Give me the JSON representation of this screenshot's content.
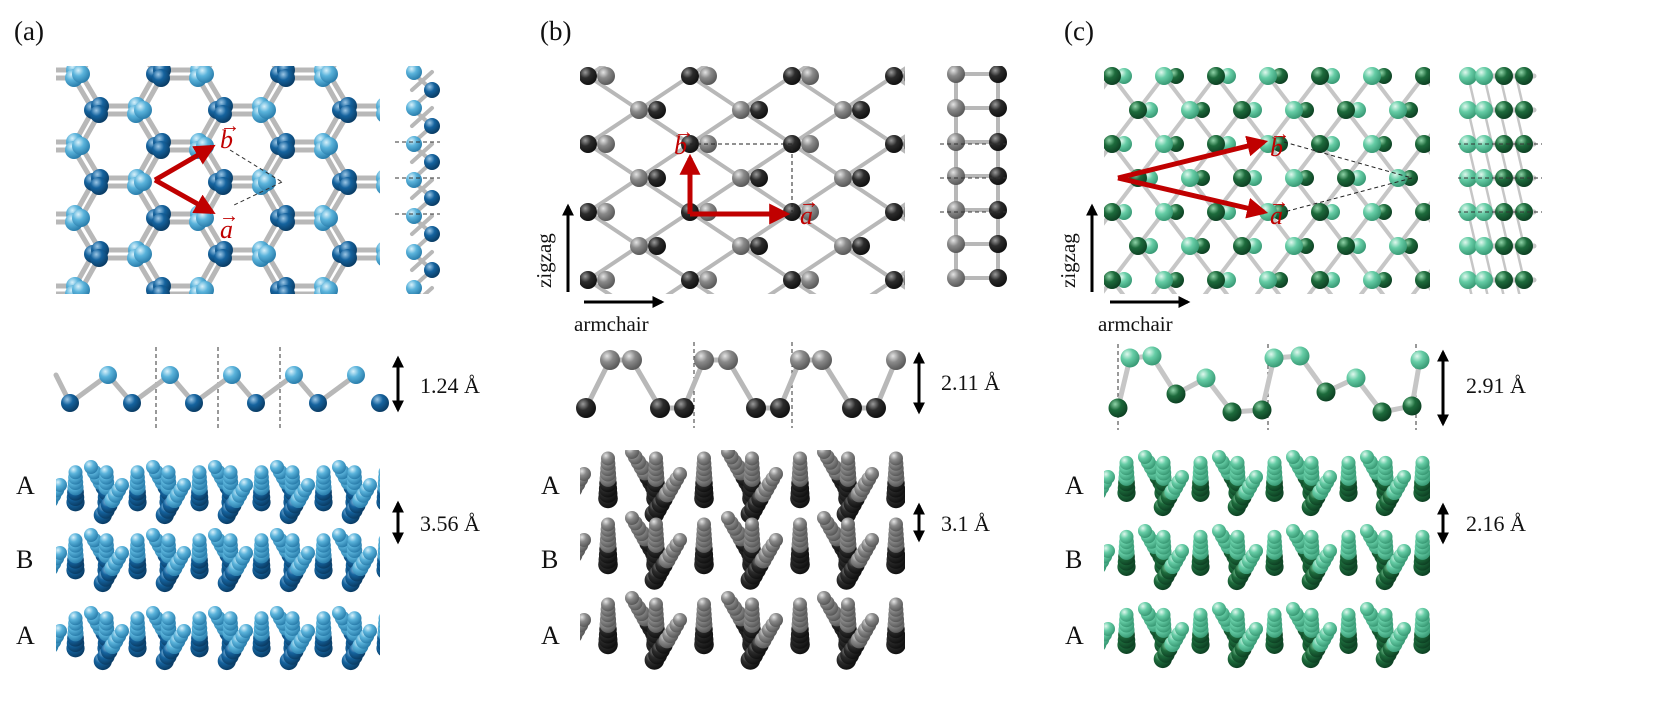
{
  "panels": [
    {
      "label": "(a)",
      "theme": "blue",
      "colors": {
        "light": "#5ab3db",
        "dark": "#15639e",
        "bond": "#b9b9b9"
      },
      "vectors": {
        "b": "b",
        "a": "a"
      },
      "buckling": "1.24 Å",
      "interlayer": "3.56 Å",
      "stacking": [
        "A",
        "B",
        "A"
      ]
    },
    {
      "label": "(b)",
      "theme": "gray",
      "colors": {
        "light": "#8a8a8a",
        "dark": "#2c2c2c",
        "bond": "#bdbdbd"
      },
      "vectors": {
        "b": "b",
        "a": "a"
      },
      "directions": {
        "vertical": "zigzag",
        "horizontal": "armchair"
      },
      "buckling": "2.11 Å",
      "interlayer": "3.1 Å",
      "stacking": [
        "A",
        "B",
        "A"
      ]
    },
    {
      "label": "(c)",
      "theme": "green",
      "colors": {
        "light": "#66cda6",
        "dark": "#1d6b3c",
        "bond": "#c2c2c2"
      },
      "vectors": {
        "b": "b",
        "a": "a"
      },
      "directions": {
        "vertical": "zigzag",
        "horizontal": "armchair"
      },
      "buckling": "2.91 Å",
      "interlayer": "2.16 Å",
      "stacking": [
        "A",
        "B",
        "A"
      ]
    }
  ],
  "arrow_color": "#c00000"
}
